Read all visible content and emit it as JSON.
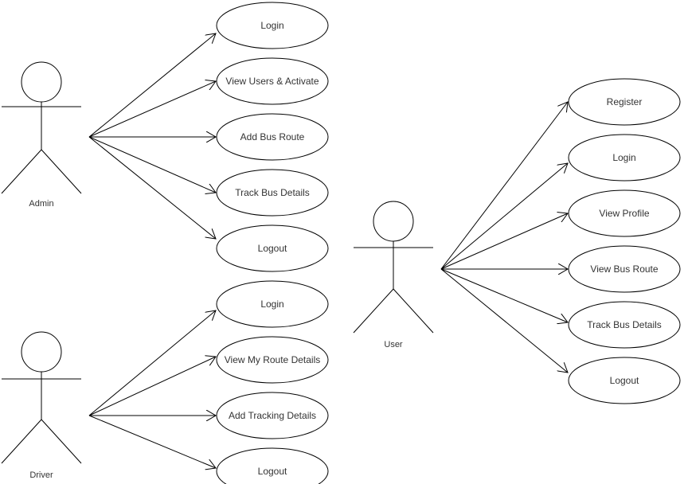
{
  "actors": [
    {
      "id": "admin",
      "label": "Admin",
      "use_cases": [
        "Login",
        "View Users & Activate",
        "Add Bus Route",
        "Track Bus Details",
        "Logout"
      ]
    },
    {
      "id": "driver",
      "label": "Driver",
      "use_cases": [
        "Login",
        "View My Route Details",
        "Add Tracking Details",
        "Logout"
      ]
    },
    {
      "id": "user",
      "label": "User",
      "use_cases": [
        "Register",
        "Login",
        "View Profile",
        "View Bus Route",
        "Track Bus Details",
        "Logout"
      ]
    }
  ]
}
